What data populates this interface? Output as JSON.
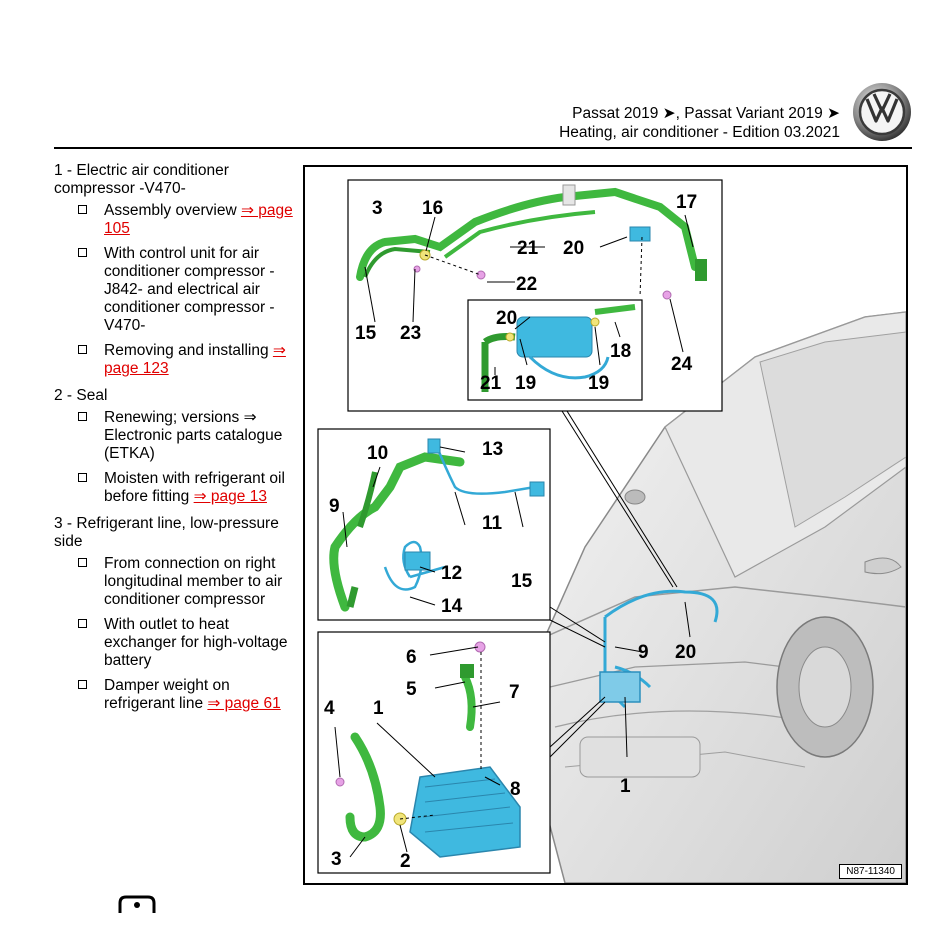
{
  "header": {
    "line1": "Passat 2019 ➤, Passat Variant 2019 ➤",
    "line2": "Heating, air conditioner - Edition 03.2021"
  },
  "logo": {
    "icon": "vw-logo-icon"
  },
  "legend": [
    {
      "title": "1 - Electric air conditioner compressor -V470-",
      "bullets": [
        {
          "text": "Assembly overview",
          "link": "⇒ page 105"
        },
        {
          "text": "With control unit for air conditioner compressor -J842- and electrical air conditioner compressor -V470-",
          "link": ""
        },
        {
          "text": "Removing and installing",
          "link": "⇒ page 123"
        }
      ]
    },
    {
      "title": "2 - Seal",
      "bullets": [
        {
          "text": "Renewing; versions ⇒ Electronic parts catalogue (ETKA)",
          "link": ""
        },
        {
          "text": "Moisten with refrigerant oil before fitting",
          "link": "⇒ page 13"
        }
      ]
    },
    {
      "title": "3 - Refrigerant line, low-pressure side",
      "bullets": [
        {
          "text": "From connection on right longitudinal member to air conditioner compressor",
          "link": ""
        },
        {
          "text": "With outlet to heat exchanger for high-voltage battery",
          "link": ""
        },
        {
          "text": "Damper weight on refrigerant line",
          "link": "⇒ page 61"
        }
      ]
    }
  ],
  "figure": {
    "reference": "N87-11340",
    "callouts": {
      "c3a": "3",
      "c16": "16",
      "c17": "17",
      "c21a": "21",
      "c20a": "20",
      "c22": "22",
      "c15a": "15",
      "c23": "23",
      "c24": "24",
      "c20b": "20",
      "c18": "18",
      "c21b": "21",
      "c19a": "19",
      "c19b": "19",
      "c10": "10",
      "c13": "13",
      "c9a": "9",
      "c11": "11",
      "c12": "12",
      "c15b": "15",
      "c14": "14",
      "c9b": "9",
      "c20c": "20",
      "c1a": "1",
      "c6": "6",
      "c5": "5",
      "c7": "7",
      "c4": "4",
      "c1b": "1",
      "c8": "8",
      "c3b": "3",
      "c2": "2"
    }
  },
  "colors": {
    "green_line": "#3fb83f",
    "cyan_line": "#33a9d6",
    "component_cyan": "#3fb9e0",
    "pink_part": "#e7a2e6",
    "yellow_seal": "#f1e57a",
    "link_red": "#e00000"
  }
}
